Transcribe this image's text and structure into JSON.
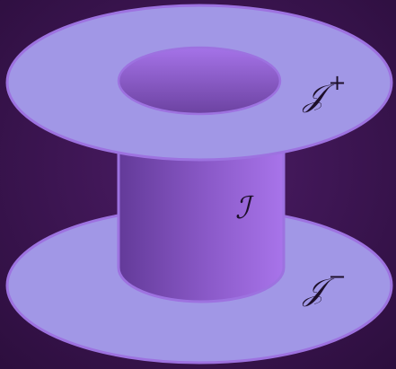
{
  "labels": {
    "future_null_infinity": {
      "symbol": "𝒥",
      "sup": "+"
    },
    "timelike_infinity": {
      "symbol": "ℐ"
    },
    "past_null_infinity": {
      "symbol": "𝒥",
      "sup": "−"
    }
  },
  "colors": {
    "background": "#3a1450",
    "disk_fill": "#a197e6",
    "disk_stroke": "#9d72e0",
    "cylinder_dark": "#6a3ea3",
    "cylinder_light": "#a874ea",
    "hole_dark": "#6f45a4",
    "hole_light": "#9f6ddf",
    "label_color": "#1d0f2a"
  }
}
